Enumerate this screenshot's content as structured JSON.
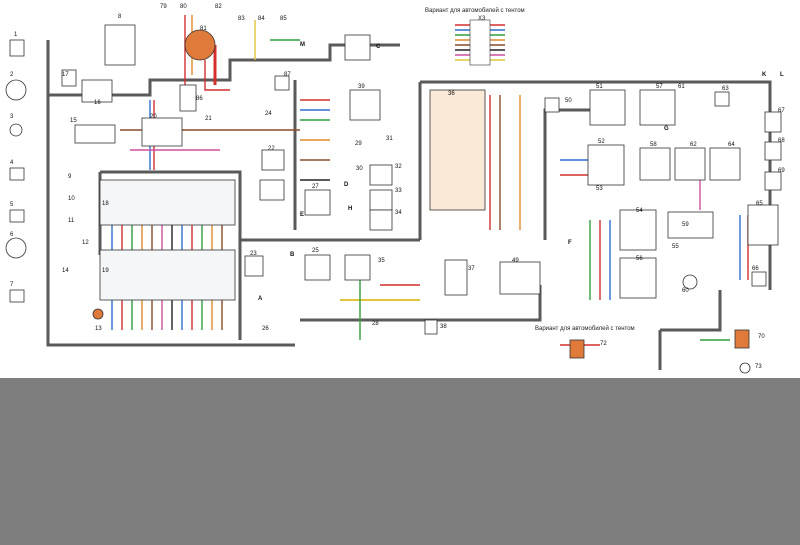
{
  "captions": {
    "top": "Вариант для автомобилей с тентом",
    "bottom": "Вариант для автомобилей с тентом"
  },
  "connector_label": "X3",
  "node_letters": [
    "M",
    "A",
    "B",
    "D",
    "E",
    "F",
    "G",
    "K",
    "L",
    "C",
    "H"
  ],
  "component_numbers": [
    "1",
    "2",
    "3",
    "4",
    "5",
    "6",
    "7",
    "8",
    "9",
    "10",
    "11",
    "12",
    "13",
    "14",
    "15",
    "16",
    "17",
    "18",
    "19",
    "20",
    "21",
    "22",
    "23",
    "24",
    "25",
    "26",
    "27",
    "28",
    "29",
    "30",
    "31",
    "32",
    "33",
    "34",
    "35",
    "36",
    "37",
    "38",
    "39",
    "49",
    "50",
    "51",
    "52",
    "53",
    "54",
    "55",
    "56",
    "57",
    "58",
    "59",
    "60",
    "61",
    "62",
    "63",
    "64",
    "65",
    "66",
    "67",
    "68",
    "69",
    "70",
    "72",
    "73",
    "79",
    "80",
    "81",
    "82",
    "83",
    "84",
    "85",
    "86",
    "87"
  ],
  "colors": {
    "harness": "#5a5a5a",
    "red": "#d32f2f",
    "orange": "#e08a2a",
    "blue": "#2f6fd0",
    "green": "#2e9e3e",
    "brown": "#8a4b2a",
    "yellow": "#e2c43b",
    "pink": "#d04fa0",
    "black": "#222222",
    "background_band": "#7e7e7e"
  }
}
